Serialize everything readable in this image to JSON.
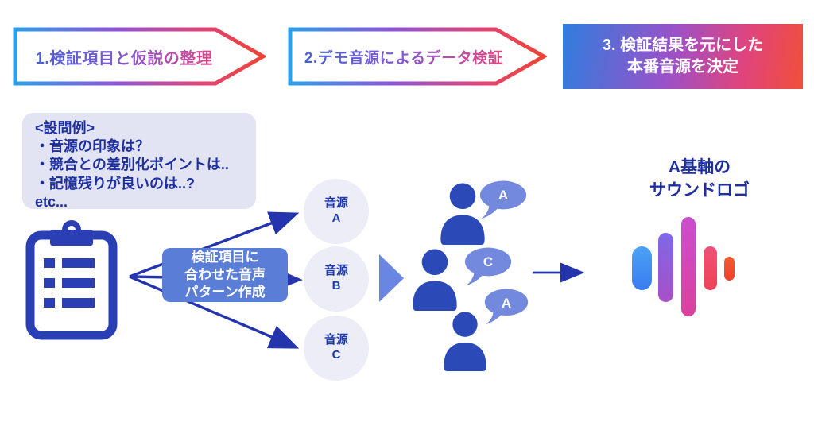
{
  "steps": {
    "step1": "1.検証項目と仮説の整理",
    "step2": "2.デモ音源によるデータ検証",
    "step3_line1": "3. 検証結果を元にした",
    "step3_line2": "本番音源を決定"
  },
  "question_box": {
    "line1": "<設問例>",
    "line2": "・音源の印象は？",
    "line3": "・競合との差別化ポイントは..",
    "line4": "・記憶残りが良いのは..?",
    "line5": "etc..."
  },
  "process_box": {
    "line1": "検証項目に",
    "line2": "合わせた音声",
    "line3": "パターン作成"
  },
  "sources": [
    {
      "label": "音源",
      "letter": "A"
    },
    {
      "label": "音源",
      "letter": "B"
    },
    {
      "label": "音源",
      "letter": "C"
    }
  ],
  "bubbles": {
    "top": "A",
    "middle": "C",
    "bottom": "A"
  },
  "result": {
    "line1": "A基軸の",
    "line2": "サウンドロゴ"
  },
  "colors": {
    "primary_dark_blue": "#2b3fb5",
    "person_blue": "#2b4ab8",
    "bubble_blue": "#7289dd",
    "process_box_blue": "#5a7ed8",
    "circle_fill": "#ecedf7",
    "note_fill": "#e2e3f3",
    "gradient_blue": "#2ba0e8",
    "gradient_purple": "#8d55d8",
    "gradient_pink": "#e04478",
    "gradient_red": "#ef4432",
    "bar_blue": "#3f8ef2",
    "bar_purple": "#8a5ad8",
    "bar_magenta": "#d243b2",
    "bar_pink_red": "#ef4a66",
    "bar_orange_red": "#f4502e"
  }
}
